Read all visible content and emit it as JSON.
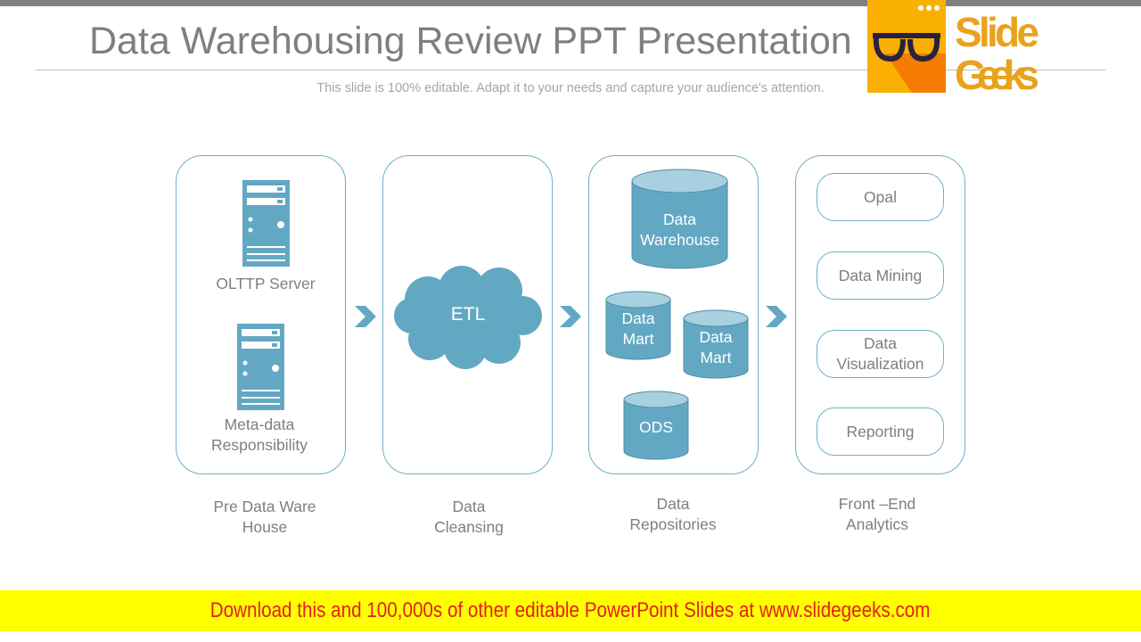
{
  "header": {
    "title": "Data Warehousing Review PPT Presentation",
    "subtitle": "This slide is 100% editable. Adapt it to your needs and capture your audience's attention.",
    "logo_text": "Slide Geeks"
  },
  "stages": [
    {
      "caption": "Pre Data Ware House",
      "items": [
        "OLTTP Server",
        "Meta-data Responsibility"
      ]
    },
    {
      "caption": "Data Cleansing",
      "items": [
        "ETL"
      ]
    },
    {
      "caption": "Data Repositories",
      "items": [
        "Data Warehouse",
        "Data Mart",
        "Data Mart",
        "ODS"
      ]
    },
    {
      "caption": "Front –End Analytics",
      "items": [
        "Opal",
        "Data Mining",
        "Data Visualization",
        "Reporting"
      ]
    }
  ],
  "banner": {
    "text": "Download this and 100,000s of other editable PowerPoint Slides at www.slidegeeks.com"
  },
  "colors": {
    "accent": "#63a8c3",
    "accent_light": "#a7d0e0",
    "banner_bg": "#ffff00",
    "banner_text": "#e3201b",
    "logo_orange": "#f7a800"
  }
}
